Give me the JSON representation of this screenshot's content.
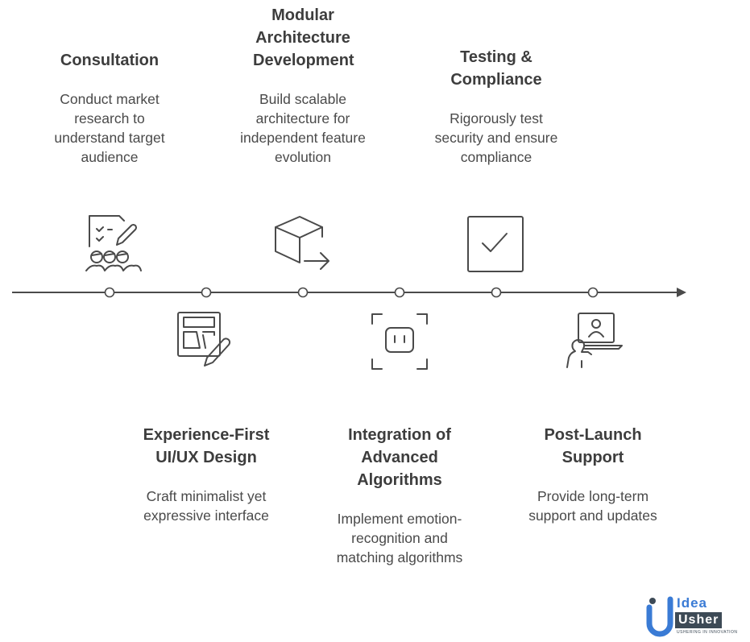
{
  "steps": [
    {
      "title": "Consultation",
      "description": "Conduct market research to understand target audience",
      "icon": "consultation-icon"
    },
    {
      "title": "Experience-First UI/UX Design",
      "description": "Craft minimalist yet expressive interface",
      "icon": "ui-design-pencil-icon"
    },
    {
      "title": "Modular Architecture Development",
      "description": "Build scalable architecture for independent feature evolution",
      "icon": "cube-arrow-icon"
    },
    {
      "title": "Integration of Advanced Algorithms",
      "description": "Implement emotion-recognition and matching algorithms",
      "icon": "robot-icon"
    },
    {
      "title": "Testing & Compliance",
      "description": "Rigorously test security and ensure compliance",
      "icon": "checkbox-icon"
    },
    {
      "title": "Post-Launch Support",
      "description": "Provide long-term support and updates",
      "icon": "support-agent-icon"
    }
  ],
  "logo": {
    "line1": "Idea",
    "line2": "Usher",
    "tagline": "USHERING IN INNOVATION"
  },
  "colors": {
    "line": "#4a4a4a",
    "text": "#444444",
    "logo_blue": "#3a7bd5",
    "logo_dark": "#3d4a56"
  }
}
